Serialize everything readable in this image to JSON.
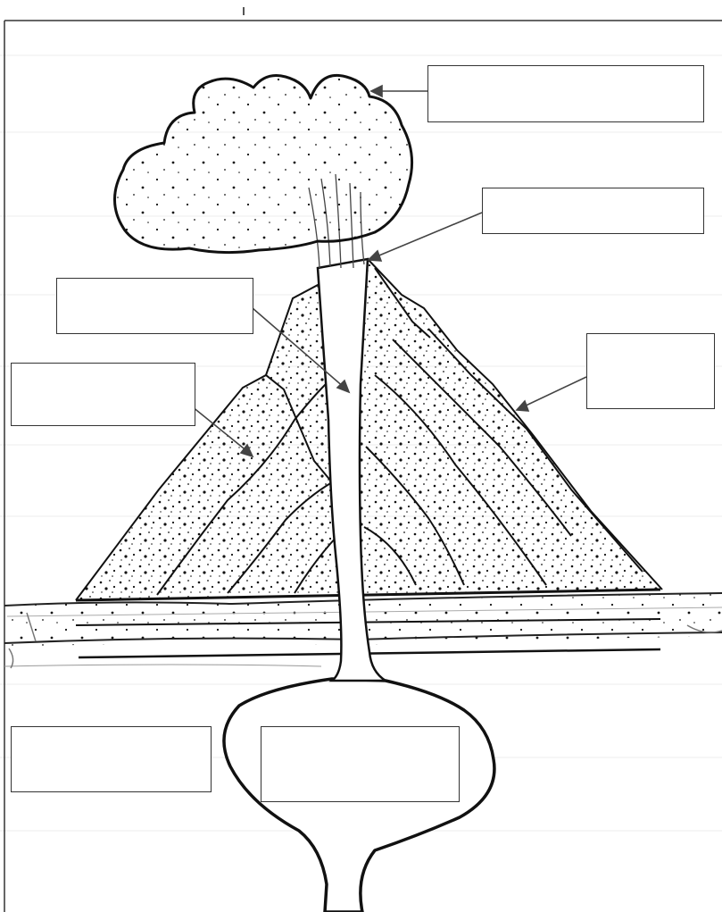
{
  "worksheet": {
    "labels": [
      {
        "id": "ash-cloud",
        "text": ""
      },
      {
        "id": "vent",
        "text": ""
      },
      {
        "id": "conduit",
        "text": ""
      },
      {
        "id": "lava-layers",
        "text": ""
      },
      {
        "id": "side-slope",
        "text": ""
      },
      {
        "id": "crust",
        "text": ""
      },
      {
        "id": "magma-chamber",
        "text": ""
      }
    ]
  }
}
